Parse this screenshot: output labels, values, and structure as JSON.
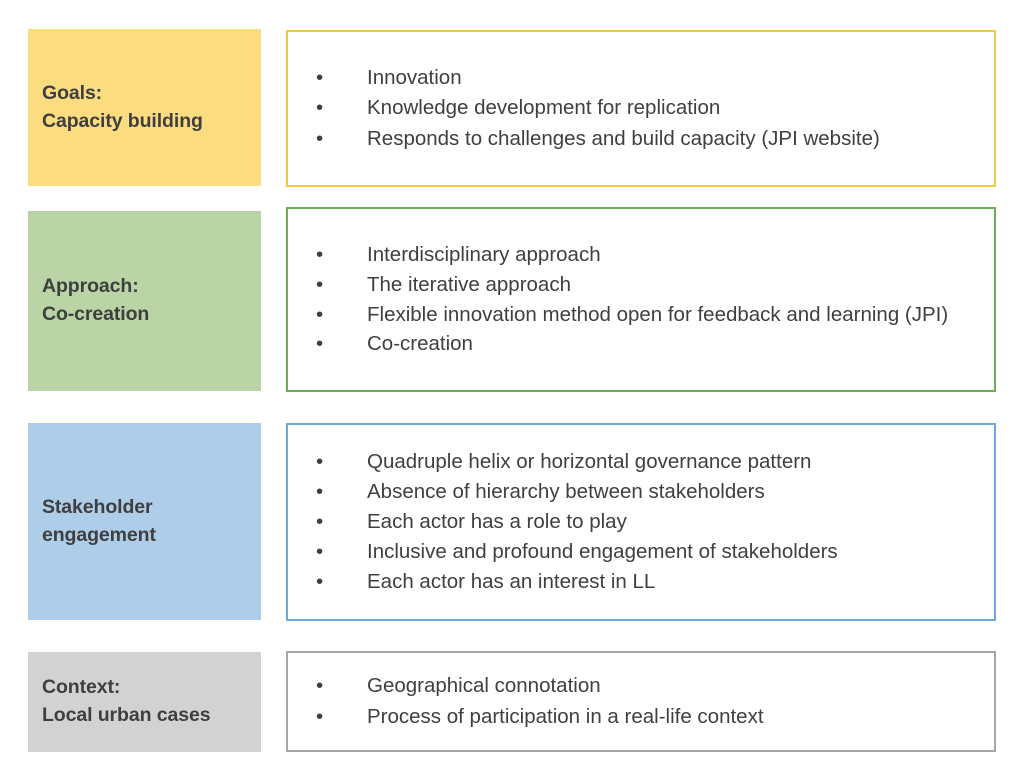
{
  "figure": {
    "type": "four-row-label-and-bullet-list-diagram",
    "background_color": "#ffffff",
    "text_color": "#3f3f3f"
  },
  "rows": [
    {
      "key": "goals",
      "label_lines": [
        "Goals:",
        "Capacity building"
      ],
      "label_fill": "#fbdd80",
      "border_color": "#edc94a",
      "bullet_glyph": "•",
      "bullets": [
        "Innovation",
        "Knowledge development for replication",
        "Responds to challenges and build capacity (JPI website)"
      ]
    },
    {
      "key": "approach",
      "label_lines": [
        "Approach:",
        "Co-creation"
      ],
      "label_fill": "#bad4a5",
      "border_color": "#70ad59",
      "bullet_glyph": "•",
      "bullets": [
        "Interdisciplinary approach",
        "The iterative approach",
        "Flexible innovation method open for feedback and learning (JPI)",
        "Co-creation"
      ]
    },
    {
      "key": "stakeholder",
      "label_lines": [
        "Stakeholder",
        "engagement"
      ],
      "label_fill": "#aecde8",
      "border_color": "#6fa8dc",
      "bullet_glyph": "•",
      "bullets": [
        "Quadruple helix or horizontal governance pattern",
        "Absence of hierarchy between stakeholders",
        "Each actor has a role to play",
        "Inclusive and profound engagement of stakeholders",
        "Each actor has an interest in LL"
      ]
    },
    {
      "key": "context",
      "label_lines": [
        "Context:",
        "Local urban cases"
      ],
      "label_fill": "#d2d2d2",
      "border_color": "#a6a6a6",
      "bullet_glyph": "•",
      "bullets": [
        "Geographical connotation",
        "Process of participation in a real-life context"
      ]
    }
  ]
}
